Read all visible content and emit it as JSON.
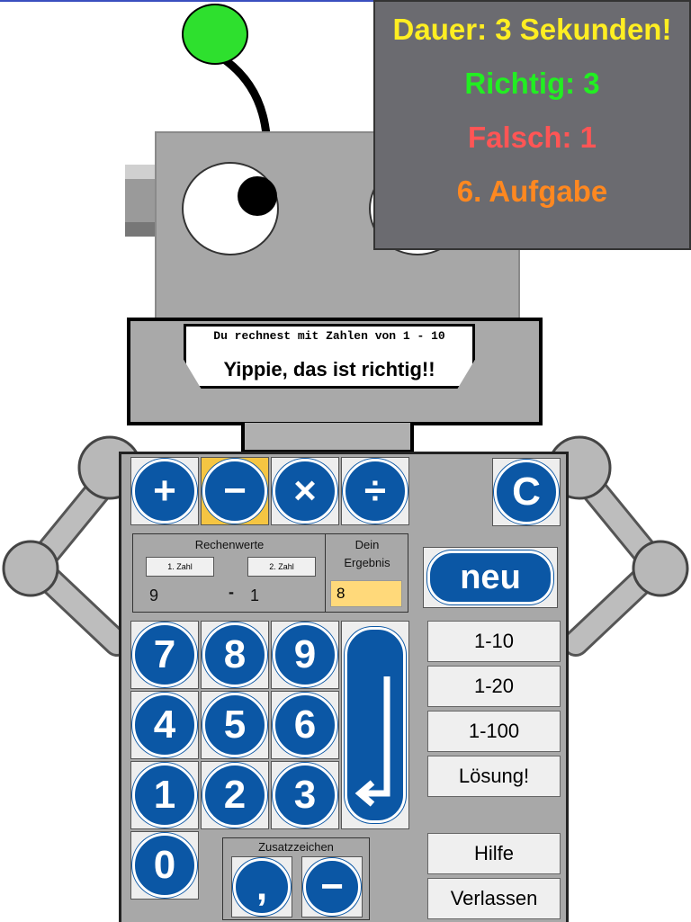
{
  "score": {
    "dauer": "Dauer: 3 Sekunden!",
    "richtig": "Richtig: 3",
    "falsch": "Falsch: 1",
    "aufgabe": "6. Aufgabe"
  },
  "display": {
    "info": "Du rechnest mit Zahlen von 1 - 10",
    "message": "Yippie, das ist richtig!!"
  },
  "operators": {
    "plus": "+",
    "minus": "−",
    "times": "×",
    "divide": "÷",
    "selected": "minus"
  },
  "clear_label": "C",
  "neu_label": "neu",
  "input": {
    "rechenwerte_label": "Rechenwerte",
    "zahl1_label": "1. Zahl",
    "zahl2_label": "2. Zahl",
    "zahl1_value": "9",
    "operator_value": "-",
    "zahl2_value": "1",
    "dein_label": "Dein",
    "ergebnis_label": "Ergebnis",
    "result_value": "8"
  },
  "digits": [
    "7",
    "8",
    "9",
    "4",
    "5",
    "6",
    "1",
    "2",
    "3",
    "0"
  ],
  "enter_label": "↵",
  "range_buttons": [
    "1-10",
    "1-20",
    "1-100"
  ],
  "loesung_label": "Lösung!",
  "hilfe_label": "Hilfe",
  "verlassen_label": "Verlassen",
  "zusatz": {
    "label": "Zusatzzeichen",
    "comma": ",",
    "negative": "−"
  },
  "colors": {
    "button_blue": "#0b57a5",
    "selected_yellow": "#f5c542",
    "panel_gray": "#6b6b70",
    "antenna_green": "#2ee02e"
  }
}
